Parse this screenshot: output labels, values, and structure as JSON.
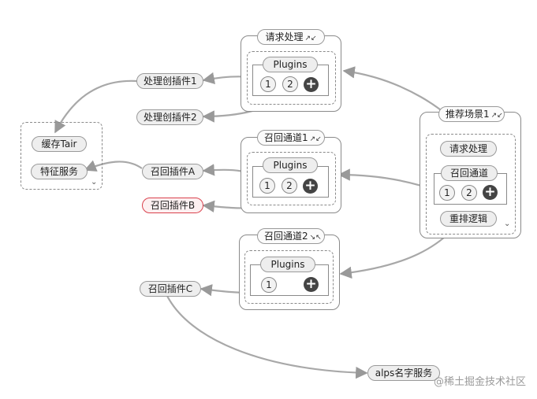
{
  "cache_group": {
    "items": [
      "缓存Tair",
      "特征服务"
    ],
    "collapse_icon": "double-chevron-down-icon"
  },
  "node_request": {
    "title": "请求处理",
    "plugins_label": "Plugins",
    "slots": [
      "1",
      "2"
    ],
    "external": [
      "处理创插件1",
      "处理创插件2"
    ]
  },
  "node_recall1": {
    "title": "召回通道1",
    "plugins_label": "Plugins",
    "slots": [
      "1",
      "2"
    ],
    "external": [
      "召回插件A",
      "召回插件B"
    ]
  },
  "node_recall2": {
    "title": "召回通道2",
    "plugins_label": "Plugins",
    "slots": [
      "1"
    ],
    "external": [
      "召回插件C"
    ]
  },
  "node_recommend": {
    "title": "推荐场景1",
    "request_label": "请求处理",
    "recall_label": "召回通道",
    "slots": [
      "1",
      "2"
    ],
    "rerank_label": "重排逻辑"
  },
  "alps": {
    "label": "alps名字服务"
  },
  "icons": {
    "expand": "expand-arrows-icon",
    "add": "plus-circle-icon"
  },
  "watermark": "@稀土掘金技术社区"
}
